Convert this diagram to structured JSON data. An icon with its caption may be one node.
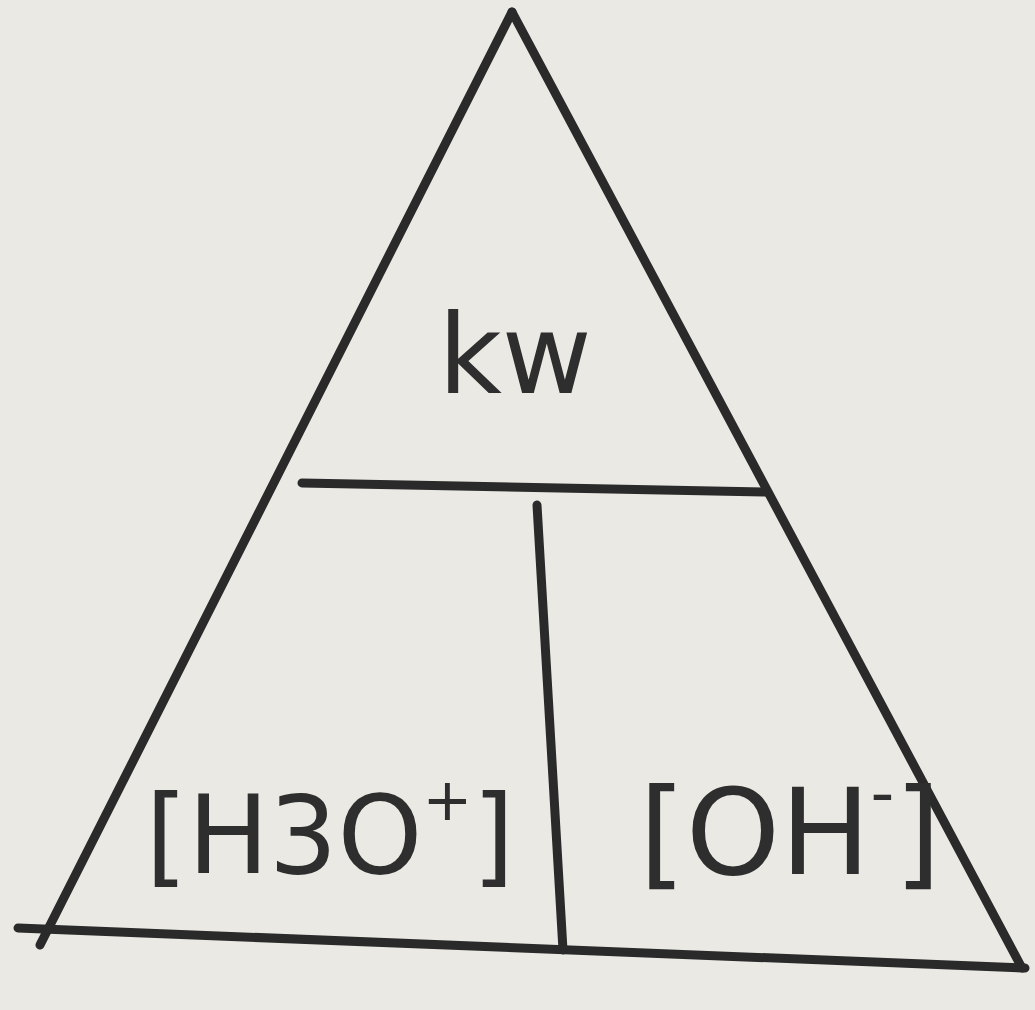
{
  "diagram": {
    "nodes": [
      {
        "text": [
          "kw"
        ]
      },
      {
        "text": [
          "[H3O$^{+}$]"
        ]
      },
      {
        "text": [
          "[OH$^{-}$]"
        ]
      }
    ]
  }
}
